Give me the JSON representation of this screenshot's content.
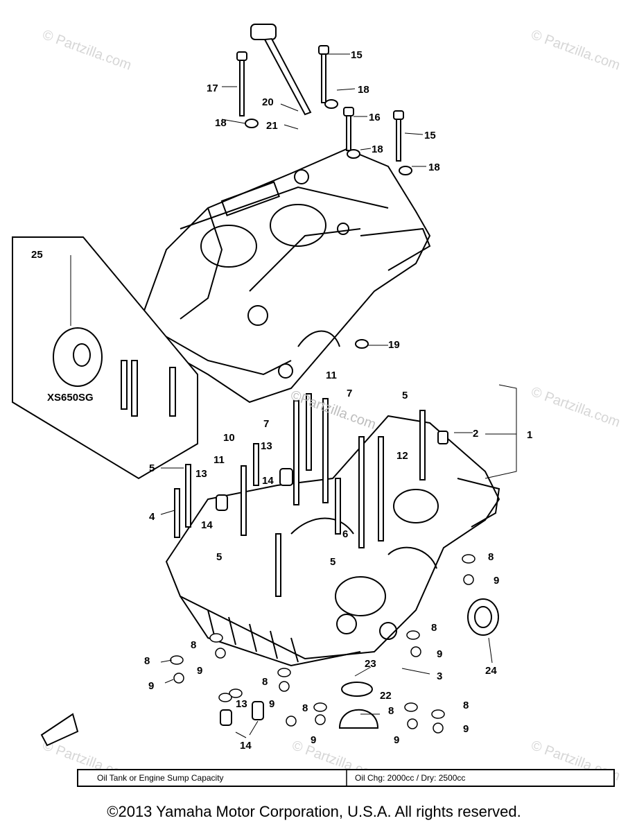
{
  "watermark": "© Partzilla.com",
  "center_watermark": "©Partzilla.com",
  "inset": {
    "part": "25",
    "model": "XS650SG"
  },
  "callouts": {
    "c1": "1",
    "c2": "2",
    "c3": "3",
    "c4": "4",
    "c5a": "5",
    "c5b": "5",
    "c5c": "5",
    "c5d": "5",
    "c6": "6",
    "c7a": "7",
    "c7b": "7",
    "c8a": "8",
    "c8b": "8",
    "c8c": "8",
    "c8d": "8",
    "c8e": "8",
    "c8f": "8",
    "c8g": "8",
    "c8h": "8",
    "c9a": "9",
    "c9b": "9",
    "c9c": "9",
    "c9d": "9",
    "c9e": "9",
    "c9f": "9",
    "c9g": "9",
    "c9h": "9",
    "c10": "10",
    "c11a": "11",
    "c11b": "11",
    "c12": "12",
    "c13a": "13",
    "c13b": "13",
    "c13c": "13",
    "c14a": "14",
    "c14b": "14",
    "c14c": "14",
    "c15a": "15",
    "c15b": "15",
    "c16": "16",
    "c17": "17",
    "c18a": "18",
    "c18b": "18",
    "c18c": "18",
    "c18d": "18",
    "c19": "19",
    "c20": "20",
    "c21": "21",
    "c22": "22",
    "c23": "23",
    "c24": "24"
  },
  "spec_table": {
    "label": "Oil Tank or Engine Sump Capacity",
    "value": "Oil Chg: 2000cc / Dry: 2500cc"
  },
  "copyright": "©2013  Yamaha Motor Corporation, U.S.A. All rights reserved."
}
